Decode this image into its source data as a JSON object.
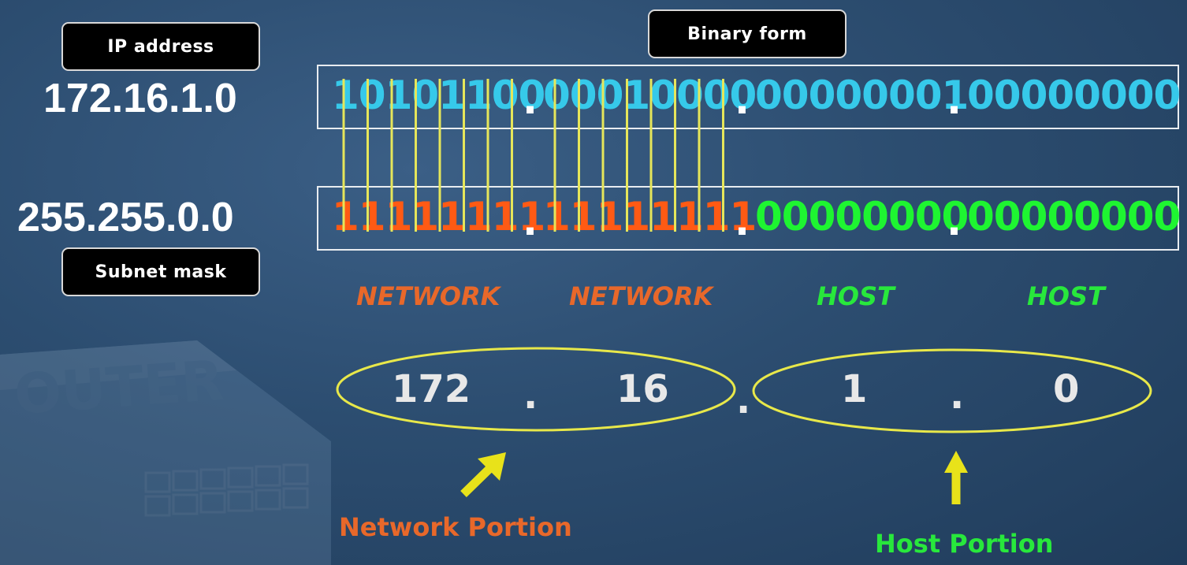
{
  "labels": {
    "ip_address": "IP address",
    "subnet_mask": "Subnet mask",
    "binary_form": "Binary form"
  },
  "ip": {
    "dotted": "172.16.1.0",
    "octets_binary": [
      "10101100",
      "00010000",
      "00000001",
      "00000000"
    ]
  },
  "mask": {
    "dotted": "255.255.0.0",
    "octets_binary": [
      "11111111",
      "11111111",
      "00000000",
      "00000000"
    ]
  },
  "separator": ".",
  "segments": [
    "NETWORK",
    "NETWORK",
    "HOST",
    "HOST"
  ],
  "result_octets": [
    "172",
    "16",
    "1",
    "0"
  ],
  "portions": {
    "network": "Network Portion",
    "host": "Host Portion"
  },
  "colors": {
    "ip_bits": "#36c9ea",
    "mask_network_bits": "#ff5a14",
    "mask_host_bits": "#1ef531",
    "connector_lines": "#e6e65a",
    "network_label": "#e8682a",
    "host_label": "#28e83c",
    "ellipse_stroke": "#e8e84a",
    "arrow": "#e8e21a"
  }
}
